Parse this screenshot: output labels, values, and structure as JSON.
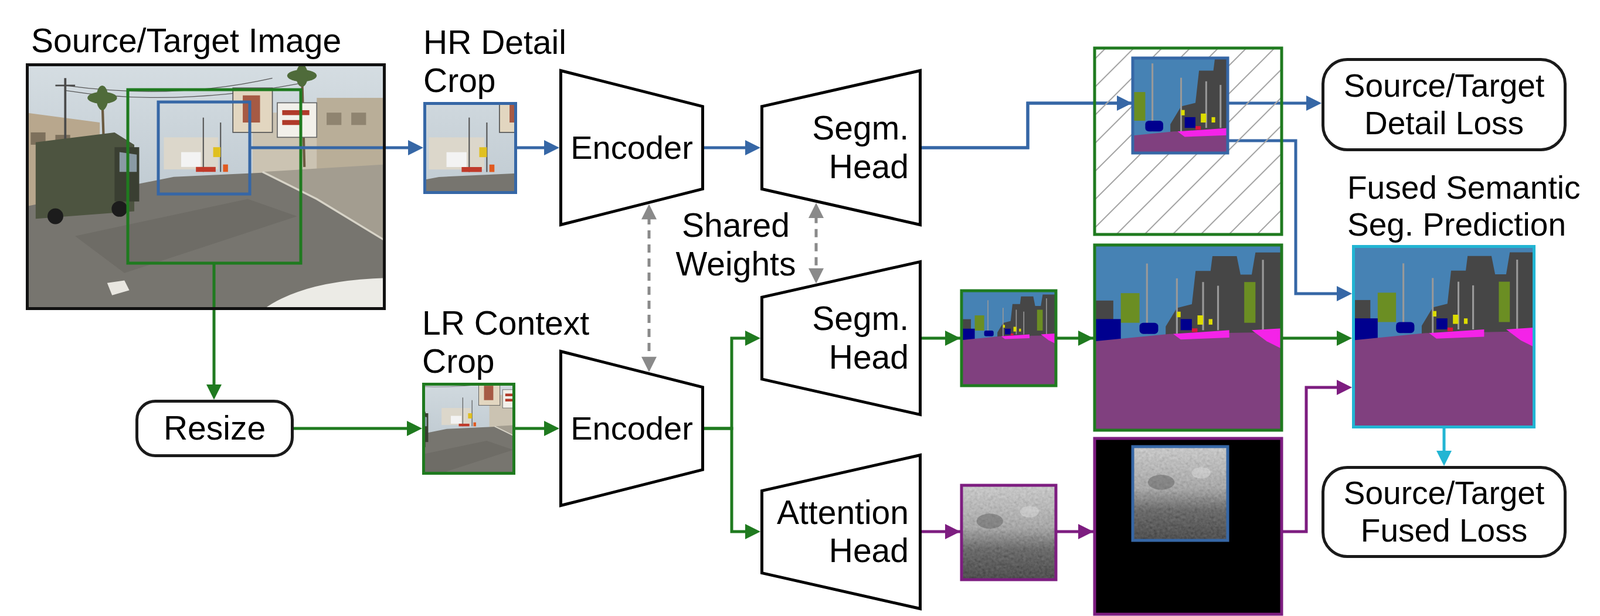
{
  "diagram": {
    "nodes": [
      {
        "text": [
          "Source/Target Image"
        ]
      },
      {
        "text": [
          "HR Detail Crop"
        ]
      },
      {
        "text": [
          "Encoder"
        ]
      },
      {
        "text": [
          "Segm. Head"
        ]
      },
      {
        "text": [
          "Source/Target Detail Loss"
        ]
      },
      {
        "text": [
          "Fused Semantic Seg. Prediction"
        ]
      },
      {
        "text": [
          "Resize"
        ]
      },
      {
        "text": [
          "LR Context Crop"
        ]
      },
      {
        "text": [
          "Encoder"
        ]
      },
      {
        "text": [
          "Segm. Head"
        ]
      },
      {
        "text": [
          "Attention Head"
        ]
      },
      {
        "text": [
          "Source/Target Fused Loss"
        ]
      }
    ],
    "edges": [
      {
        "from": 0,
        "to": 1,
        "arrow": "to"
      },
      {
        "from": 0,
        "to": 6,
        "arrow": "to"
      },
      {
        "from": 6,
        "to": 7,
        "arrow": "to"
      },
      {
        "from": 1,
        "to": 2,
        "arrow": "to"
      },
      {
        "from": 2,
        "to": 3,
        "arrow": "to"
      },
      {
        "from": 3,
        "to": 4,
        "arrow": "to"
      },
      {
        "from": 3,
        "to": 5,
        "arrow": "to"
      },
      {
        "from": 7,
        "to": 8,
        "arrow": "to"
      },
      {
        "from": 8,
        "to": 9,
        "arrow": "to"
      },
      {
        "from": 8,
        "to": 10,
        "arrow": "to"
      },
      {
        "from": 9,
        "to": 5,
        "arrow": "to"
      },
      {
        "from": 10,
        "to": 5,
        "arrow": "to"
      },
      {
        "from": 5,
        "to": 11,
        "arrow": "to"
      },
      {
        "from": 2,
        "to": 8,
        "arrow": "both"
      },
      {
        "from": 3,
        "to": 9,
        "arrow": "both"
      }
    ],
    "labels": [
      "Shared Weights"
    ]
  }
}
